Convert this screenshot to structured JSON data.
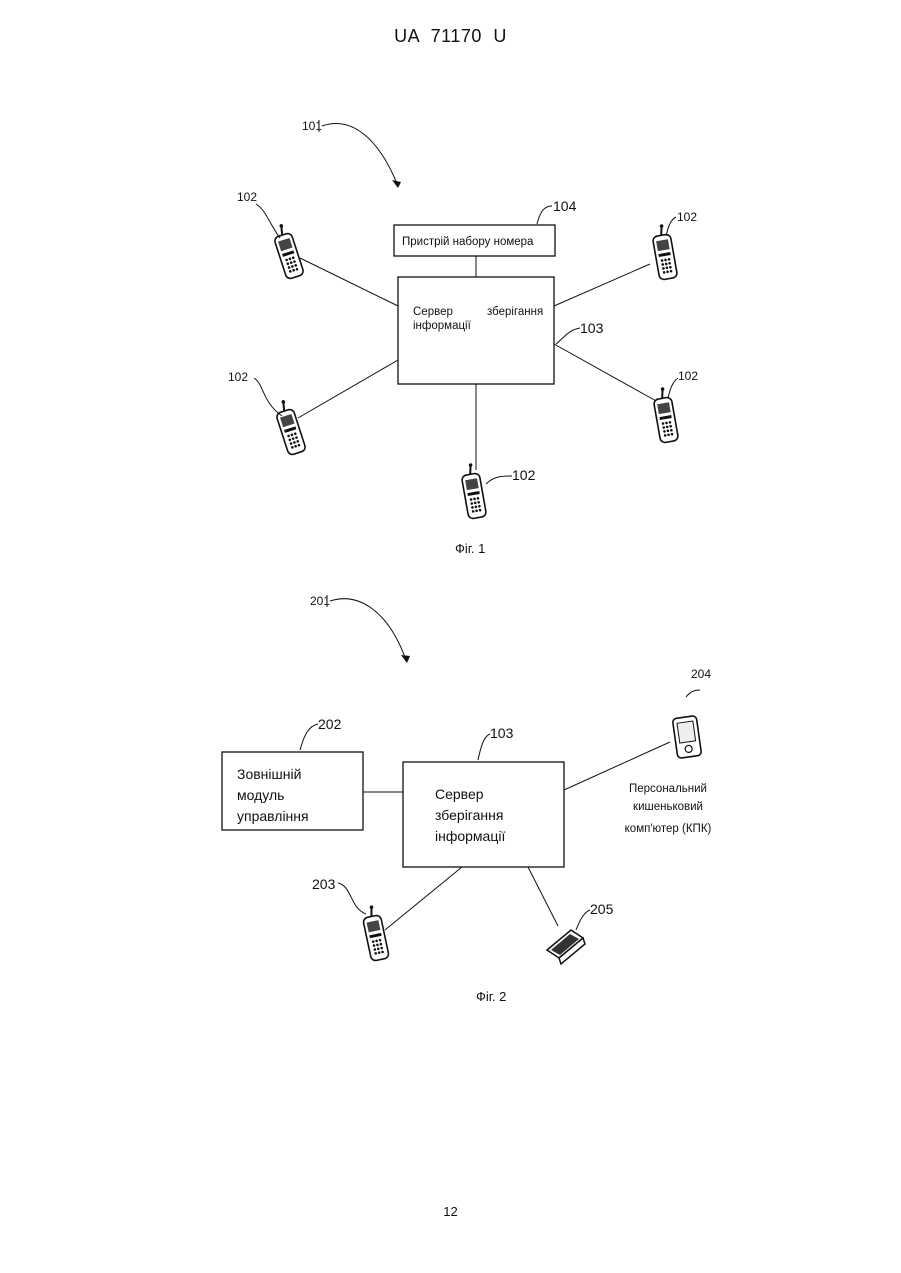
{
  "header": {
    "doc_id": "UA  71170  U"
  },
  "page_number": "12",
  "fig1": {
    "caption": "Фіг. 1",
    "label_system": "101",
    "label_dialer": "104",
    "label_server": "103",
    "label_phone": "102",
    "dialer_text": "Пристрій набору номера",
    "server_line1_a": "Сервер",
    "server_line1_b": "зберігання",
    "server_line2": "інформації"
  },
  "fig2": {
    "caption": "Фіг. 2",
    "label_system": "201",
    "label_control": "202",
    "label_server": "103",
    "label_phone": "203",
    "label_pda": "204",
    "label_laptop": "205",
    "control_lines": [
      "Зовнішній",
      "модуль",
      "управління"
    ],
    "server_lines": [
      "Сервер",
      "зберігання",
      "інформації"
    ],
    "pda_lines": [
      "Персональний",
      "кишеньковий",
      "комп'ютер (КПК)"
    ]
  }
}
